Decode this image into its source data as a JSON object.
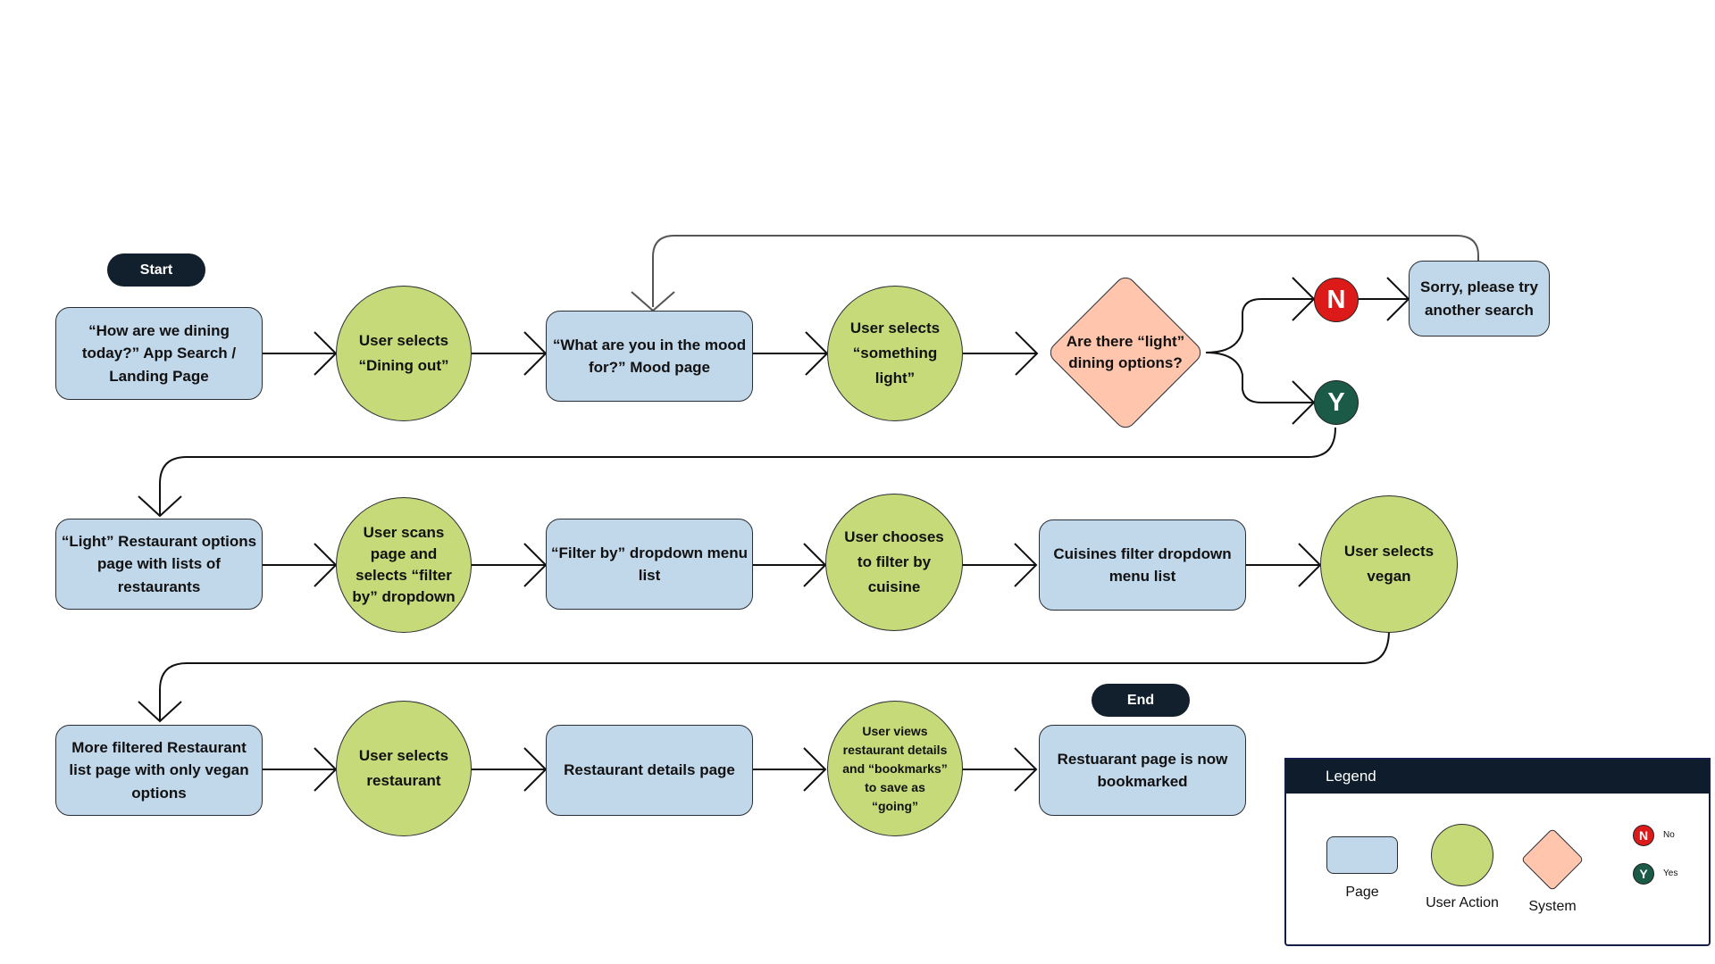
{
  "start_label": "Start",
  "end_label": "End",
  "colors": {
    "page": "#c1d7ea",
    "user_action": "#c6da7a",
    "system": "#ffc5ad",
    "terminal": "#12202e",
    "no": "#dd1a1a",
    "yes": "#1a5a47"
  },
  "nodes": {
    "landing": "“How are we dining today?” App Search / Landing Page",
    "select_dining_out": "User selects “Dining out”",
    "mood_page": "“What are you in the mood for?” Mood page",
    "select_light": "User selects “something light”",
    "light_decision": "Are there “light” dining options?",
    "sorry": "Sorry, please try another search",
    "light_list": "“Light” Restaurant options page with lists of restaurants",
    "scan_filter": "User scans page and selects “filter by” dropdown",
    "filter_menu": "“Filter by” dropdown menu list",
    "choose_cuisine": "User chooses to filter by cuisine",
    "cuisine_menu": "Cuisines filter dropdown menu list",
    "select_vegan": "User selects vegan",
    "vegan_list": "More filtered Restaurant list page with only vegan options",
    "select_restaurant": "User selects restaurant",
    "details_page": "Restaurant details page",
    "view_bookmark": "User views restaurant details and “bookmarks” to save as “going”",
    "bookmarked": "Restuarant page is now bookmarked"
  },
  "badges": {
    "no": "N",
    "yes": "Y"
  },
  "legend": {
    "title": "Legend",
    "page": "Page",
    "user_action": "User Action",
    "system": "System",
    "no": "No",
    "yes": "Yes"
  }
}
